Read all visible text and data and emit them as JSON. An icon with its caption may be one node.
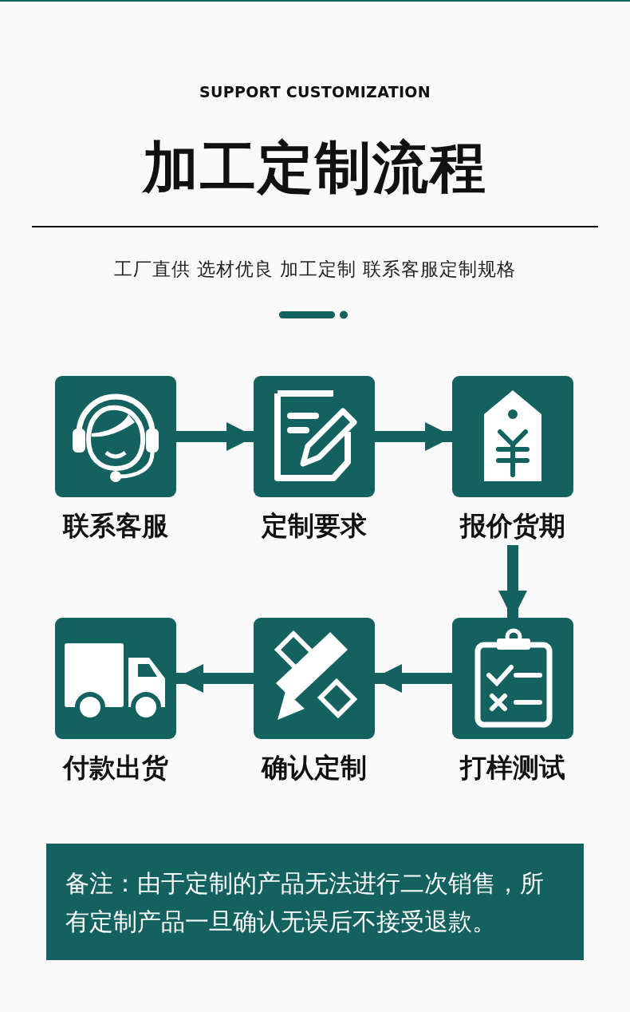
{
  "diagram": {
    "title": "加工定制流程",
    "nodes": [
      {
        "text": [
          "联系客服"
        ]
      },
      {
        "text": [
          "定制要求"
        ]
      },
      {
        "text": [
          "报价货期"
        ]
      },
      {
        "text": [
          "付款出货"
        ]
      },
      {
        "text": [
          "确认定制"
        ]
      },
      {
        "text": [
          "打样测试"
        ]
      },
      {
        "text": [
          "备注：由于定制的产品无法进行二次销售，所有定制产品一旦确认无误后不接受退款。"
        ]
      }
    ],
    "edges": [
      {
        "from": 0,
        "to": 1,
        "arrow": "to"
      },
      {
        "from": 1,
        "to": 2,
        "arrow": "to"
      },
      {
        "from": 2,
        "to": 5,
        "arrow": "to"
      },
      {
        "from": 5,
        "to": 4,
        "arrow": "to"
      },
      {
        "from": 4,
        "to": 3,
        "arrow": "to"
      }
    ],
    "labels": [
      "SUPPORT CUSTOMIZATION",
      "工厂直供 选材优良 加工定制 联系客服定制规格"
    ]
  }
}
